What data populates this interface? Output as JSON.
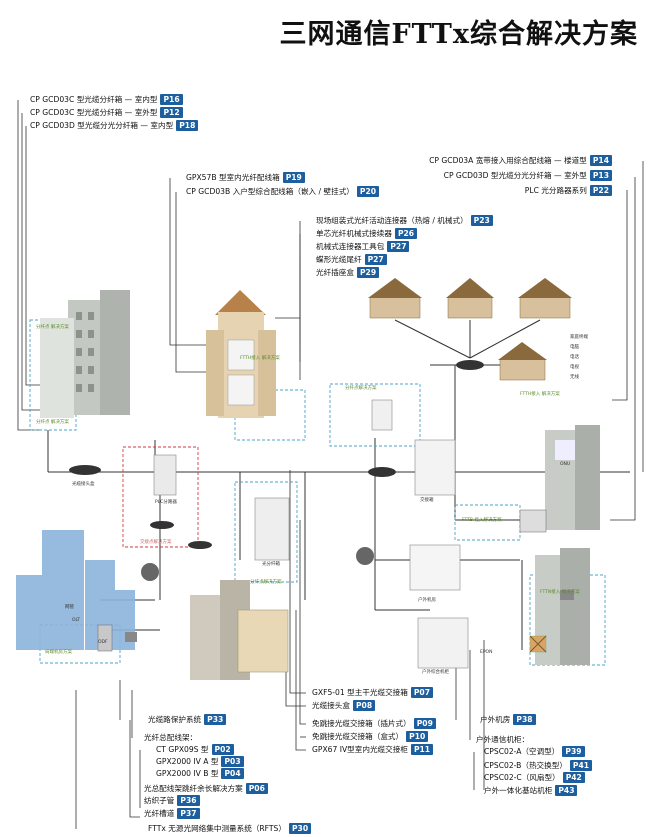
{
  "title": "三网通信FTTx综合解决方案",
  "colors": {
    "page_tag": "#1d5f9e",
    "line": "#333333",
    "dashed_blue": "#4aa3c8",
    "dashed_red": "#d63a3a",
    "building": "#b9bfb8",
    "sky_building": "#8cb4dc"
  },
  "top_left_labels": [
    {
      "text": "CP GCD03C 型光缆分纤箱 — 室内型",
      "page": "P16"
    },
    {
      "text": "CP GCD03C 型光缆分纤箱 — 室外型",
      "page": "P12"
    },
    {
      "text": "CP GCD03D 型光缆分光分纤箱 — 室内型",
      "page": "P18"
    }
  ],
  "top_right_labels": [
    {
      "text": "CP GCD03A 宽带接入用综合配线箱 — 楼道型",
      "page": "P14"
    },
    {
      "text": "CP GCD03D 型光缆分光分纤箱 — 室外型",
      "page": "P13"
    },
    {
      "text": "PLC 光分路器系列",
      "page": "P22"
    }
  ],
  "middle_labels": [
    {
      "text": "GPX57B 型室内光纤配线箱",
      "page": "P19"
    },
    {
      "text": "CP GCD03B 入户型综合配线箱（嵌入 / 壁挂式）",
      "page": "P20"
    }
  ],
  "connector_labels": [
    {
      "text": "现场组装式光纤活动连接器（热熔 / 机械式）",
      "page": "P23"
    },
    {
      "text": "单芯光纤机械式接续器",
      "page": "P26"
    },
    {
      "text": "机械式连接器工具包",
      "page": "P27"
    },
    {
      "text": "蝶形光缆尾纤",
      "page": "P27"
    },
    {
      "text": "光纤插座盒",
      "page": "P29"
    }
  ],
  "bottom_center_labels": [
    {
      "text": "GXF5-01 型主干光缆交接箱",
      "page": "P07"
    },
    {
      "text": "光缆接头盒",
      "page": "P08"
    },
    {
      "text": "免跳接光缆交接箱（插片式）",
      "page": "P09"
    },
    {
      "text": "免跳接光缆交接箱（盒式）",
      "page": "P10"
    },
    {
      "text": "GPX67 IV型室内光缆交接柜",
      "page": "P11"
    }
  ],
  "bottom_left_labels": [
    {
      "text": "光缆路保护系统",
      "page": "P33"
    },
    {
      "text": "光纤总配线架：",
      "page": ""
    },
    {
      "text": "CT GPX09S 型",
      "page": "P02"
    },
    {
      "text": "GPX2000 IV A 型",
      "page": "P03"
    },
    {
      "text": "GPX2000 IV B 型",
      "page": "P04"
    },
    {
      "text": "光总配线架跳纤余长解决方案",
      "page": "P06"
    },
    {
      "text": "纺织子管",
      "page": "P36"
    },
    {
      "text": "光纤槽道",
      "page": "P37"
    },
    {
      "text": "FTTx 无源光网络集中测量系统（RFTS）",
      "page": "P30"
    }
  ],
  "bottom_right_labels": [
    {
      "text": "户外机房",
      "page": "P38"
    },
    {
      "text": "户外通信机柜：",
      "page": ""
    },
    {
      "text": "CPSC02-A（空调型）",
      "page": "P39"
    },
    {
      "text": "CPSC02-B（热交换型）",
      "page": "P41"
    },
    {
      "text": "CPSC02-C（风扇型）",
      "page": "P42"
    },
    {
      "text": "户外一体化基站机柜",
      "page": "P43"
    }
  ],
  "diagram_text": {
    "fttb_left": "分纤点\n解决方案",
    "fttb_left2": "分纤点\n解决方案",
    "fttb_mid": "FTTH接入\n解决方案",
    "fttb_right_top": "分纤点解决方案",
    "ftth_houses": "FTTH接入\n解决方案",
    "fttb_right": "FTTB\n接入解决方案",
    "jiaojie": "交接点解决方案",
    "fenxian_mid": "分纤点解决方案",
    "jufang": "局端机房方案",
    "fttn": "FTTN接入\n解决方案",
    "wangguan": "网管",
    "olt": "OLT",
    "odf": "ODF",
    "splice_box": "光缆接头盒",
    "outdoor_room": "户外机房",
    "outdoor_cabinet": "户外综合机柜",
    "jiaojie_box": "交接箱",
    "optical_box": "光分纤箱",
    "onu": "ONU",
    "epon": "EPON",
    "plc": "PLC分路器",
    "home_terminal": "家庭终端",
    "computer": "电脑",
    "phone": "电话",
    "tv": "电视",
    "wifi": "无线"
  }
}
